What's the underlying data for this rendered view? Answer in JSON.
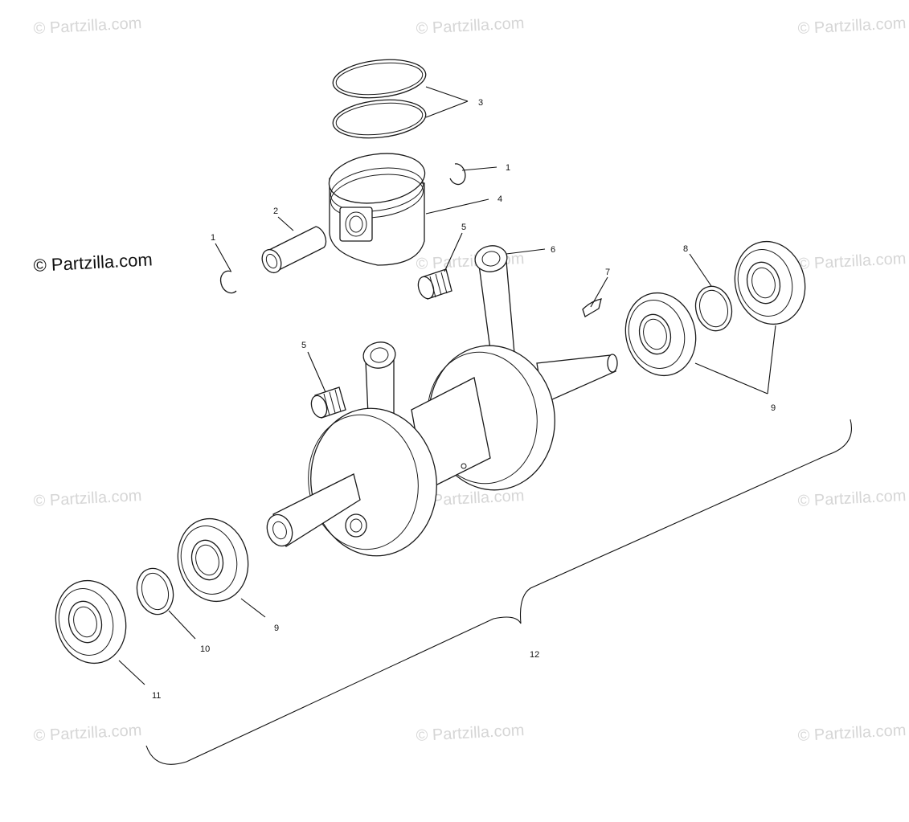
{
  "watermark": {
    "text": "© Partzilla.com",
    "primary_text": "© Partzilla.com"
  },
  "callouts": [
    {
      "id": "c1a",
      "label": "1"
    },
    {
      "id": "c1b",
      "label": "1"
    },
    {
      "id": "c2",
      "label": "2"
    },
    {
      "id": "c3",
      "label": "3"
    },
    {
      "id": "c4",
      "label": "4"
    },
    {
      "id": "c5a",
      "label": "5"
    },
    {
      "id": "c5b",
      "label": "5"
    },
    {
      "id": "c6",
      "label": "6"
    },
    {
      "id": "c7",
      "label": "7"
    },
    {
      "id": "c8",
      "label": "8"
    },
    {
      "id": "c9a",
      "label": "9"
    },
    {
      "id": "c9b",
      "label": "9"
    },
    {
      "id": "c10",
      "label": "10"
    },
    {
      "id": "c11",
      "label": "11"
    },
    {
      "id": "c12",
      "label": "12"
    }
  ],
  "colors": {
    "line": "#1a1a1a",
    "watermark": "#d6d6d6",
    "background": "#ffffff"
  }
}
